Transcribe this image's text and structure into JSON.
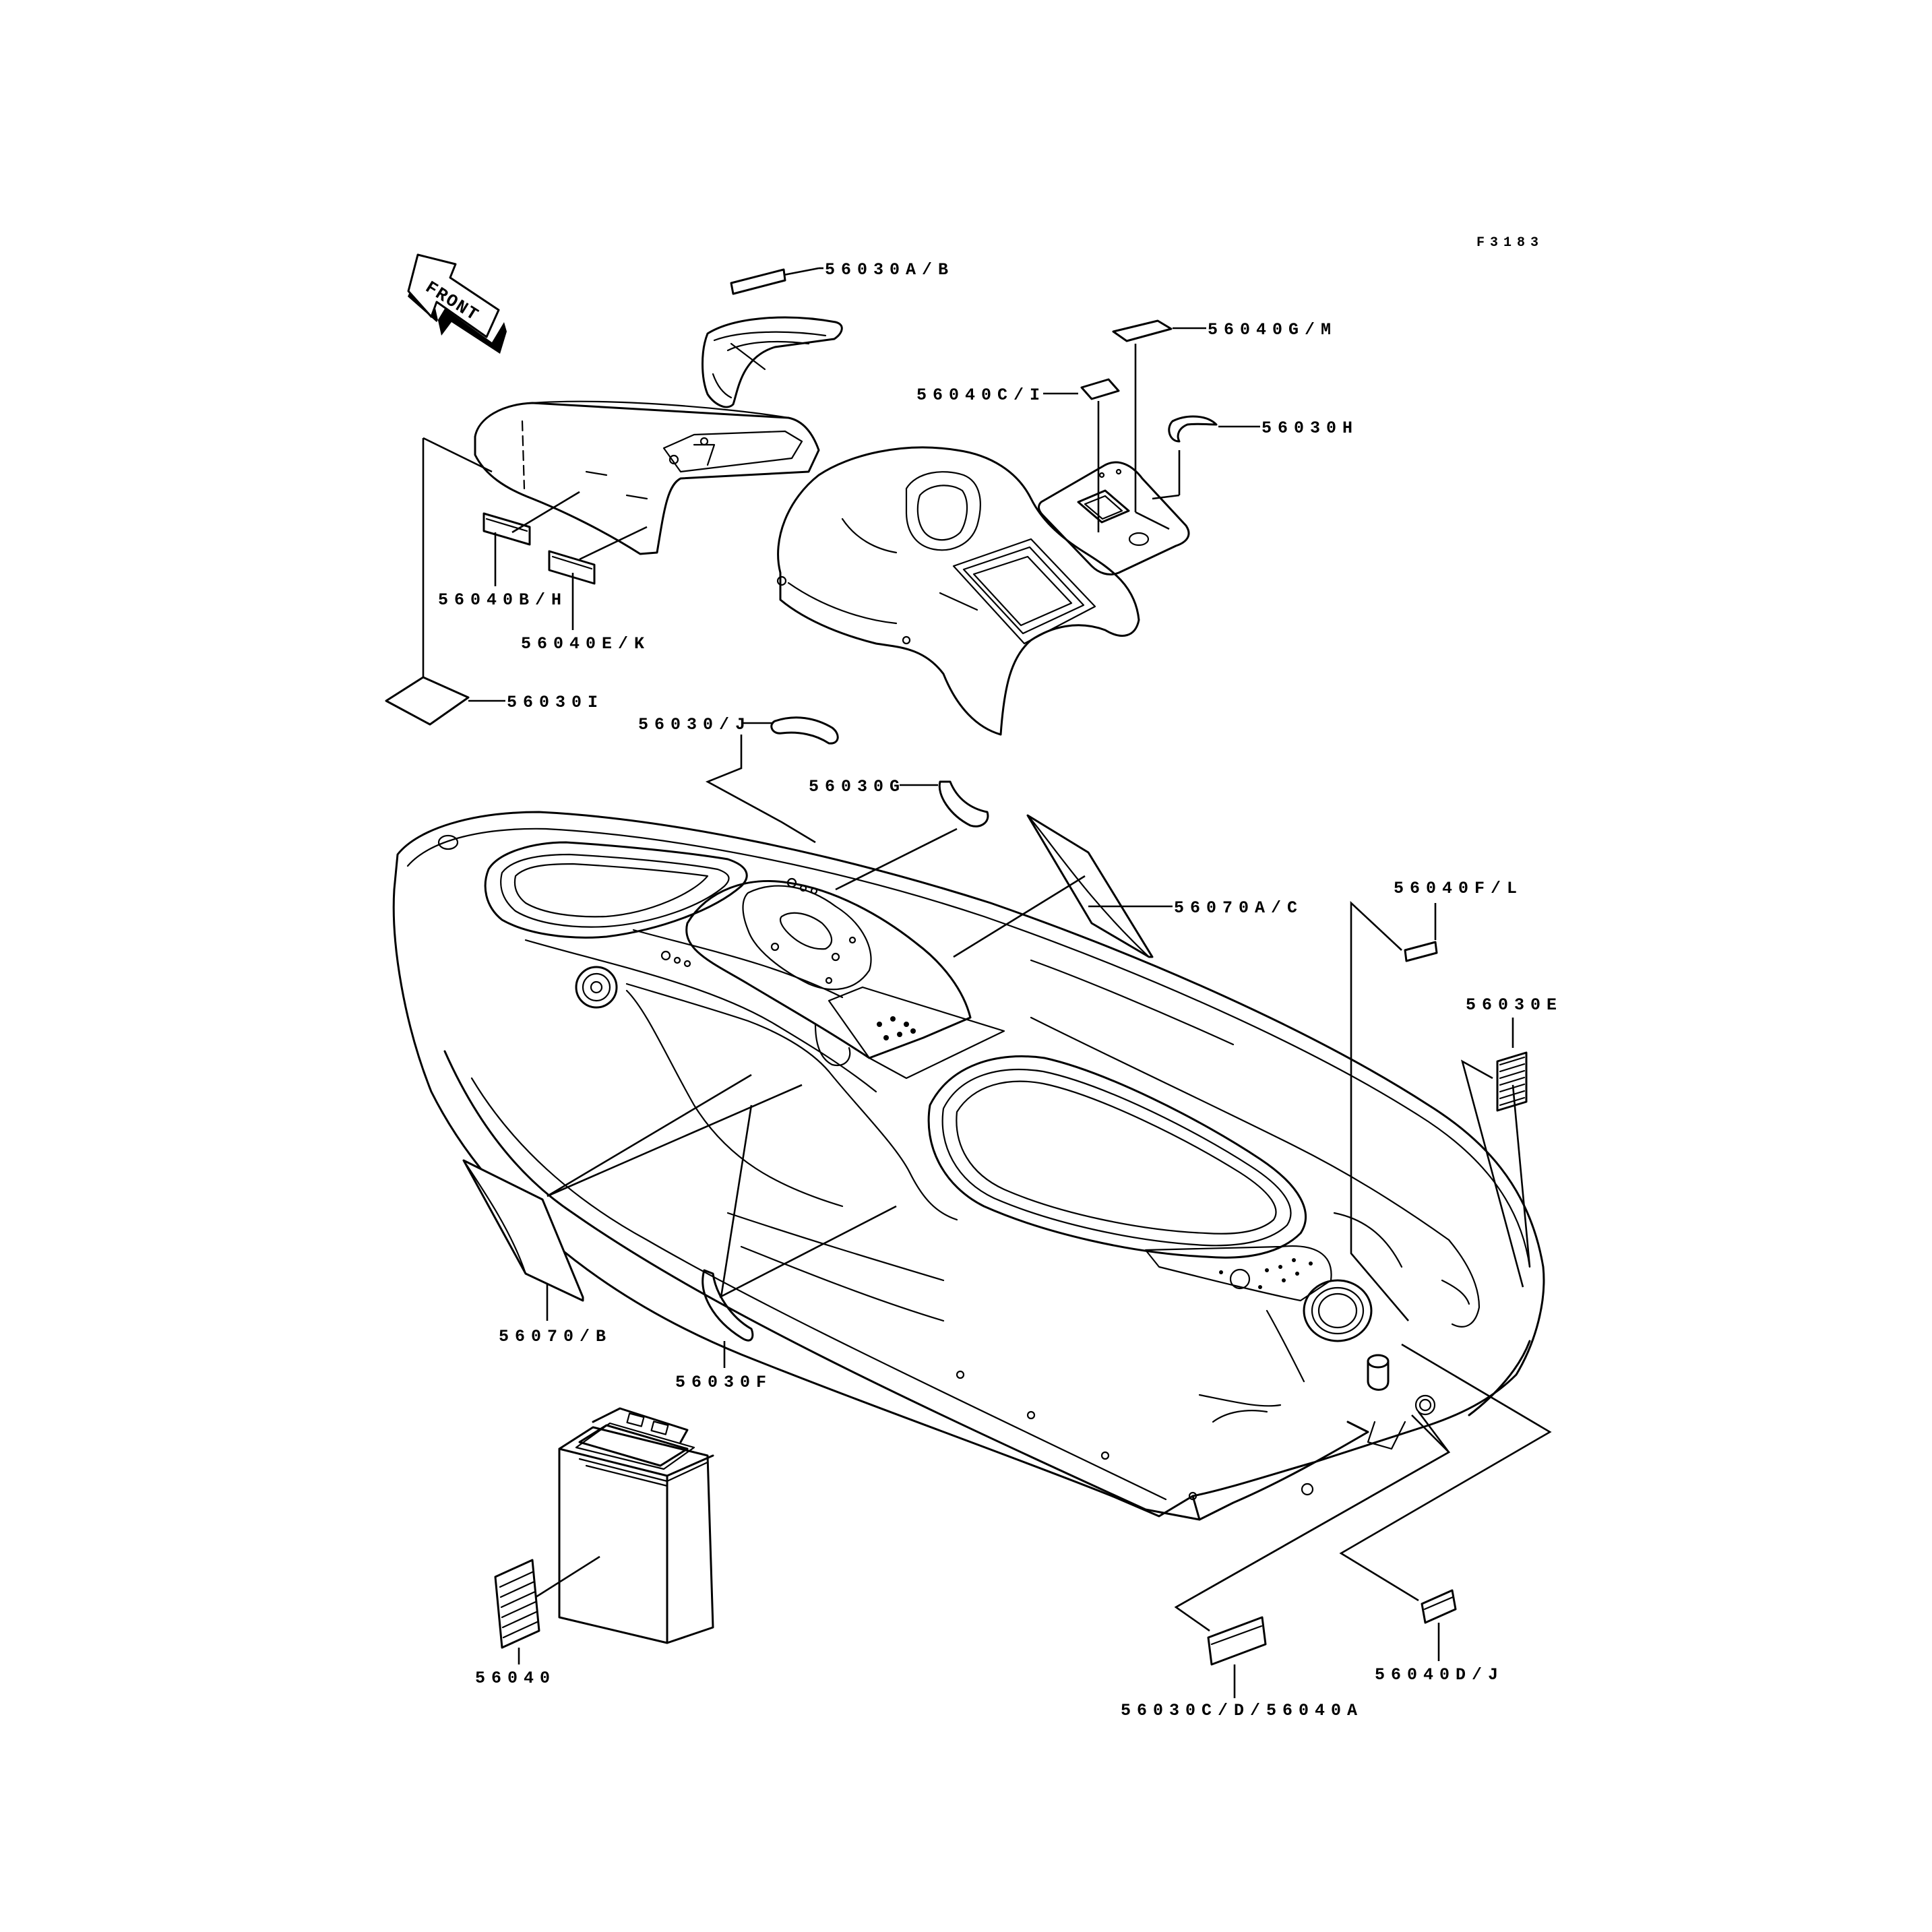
{
  "figure_ref": "F3183",
  "front_label": "FRONT",
  "labels": {
    "l_56030AB": "56030A/B",
    "l_56040GM": "56040G/M",
    "l_56040CI": "56040C/I",
    "l_56030H": "56030H",
    "l_56040BH": "56040B/H",
    "l_56040EK": "56040E/K",
    "l_56030I": "56030I",
    "l_56030J": "56030/J",
    "l_56030G": "56030G",
    "l_56070AC": "56070A/C",
    "l_56040FL": "56040F/L",
    "l_56030E": "56030E",
    "l_56070B": "56070/B",
    "l_56030F": "56030F",
    "l_56040": "56040",
    "l_56030CD56040A": "56030C/D/56040A",
    "l_56040DJ": "56040D/J"
  }
}
